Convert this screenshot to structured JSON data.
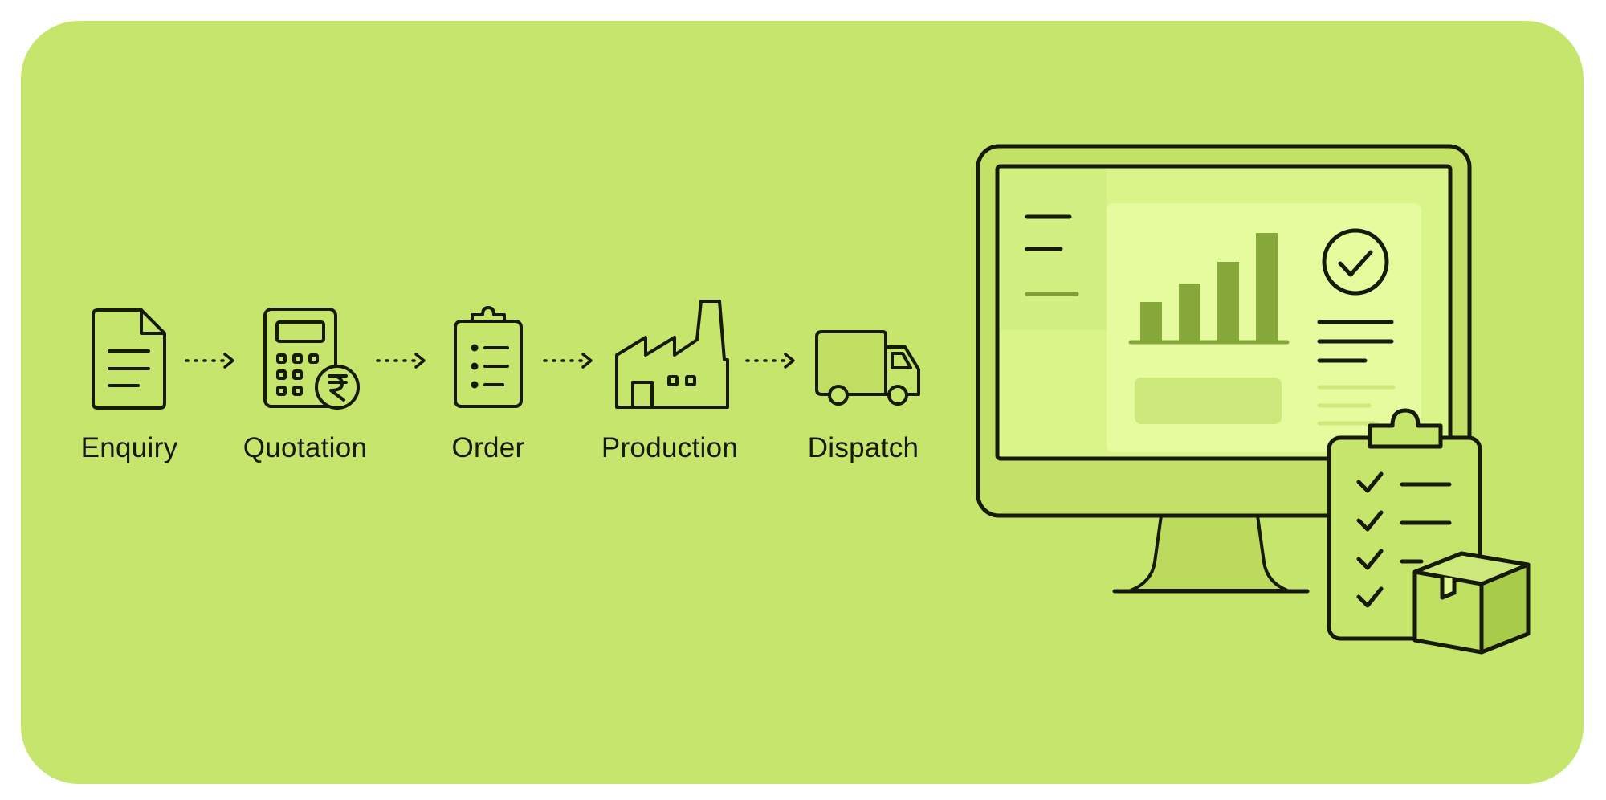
{
  "panel": {
    "background": "#c5e56d"
  },
  "palette": {
    "stroke": "#161a0a",
    "screen_fill": "#d9f58a",
    "card_fill": "#e6fb9e",
    "bar_fill": "#86a83a",
    "muted_fill": "#cde97c"
  },
  "flow": {
    "steps": [
      {
        "label": "Enquiry",
        "icon": "document-icon"
      },
      {
        "label": "Quotation",
        "icon": "calculator-rupee-icon"
      },
      {
        "label": "Order",
        "icon": "clipboard-list-icon"
      },
      {
        "label": "Production",
        "icon": "factory-icon"
      },
      {
        "label": "Dispatch",
        "icon": "delivery-truck-icon"
      }
    ],
    "connector_icon": "dotted-arrow-icon"
  },
  "illustration": {
    "monitor_icon": "monitor-dashboard-icon",
    "chart_bar_levels": [
      0.36,
      0.53,
      0.73,
      1.0
    ],
    "check_icon": "check-circle-icon",
    "checklist_icon": "checklist-clipboard-icon",
    "checklist_checked_items": 4,
    "package_icon": "package-box-icon"
  }
}
